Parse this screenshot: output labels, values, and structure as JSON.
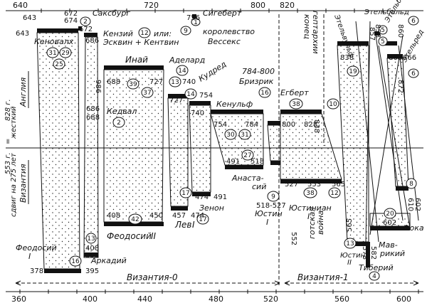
{
  "top_axis": {
    "ticks": [
      "640",
      "720",
      "800",
      "820"
    ]
  },
  "bottom_axis": {
    "ticks": [
      "360",
      "400",
      "440",
      "480",
      "520",
      "560",
      "600"
    ],
    "era_left": "Византия-0",
    "era_right": "Византия-1"
  },
  "side": {
    "england": "Англия",
    "byzantium": "Византия",
    "shift_line1": "жесткий",
    "shift_line2": "сдвиг на 275 лет",
    "eq_top": "828 г.",
    "eq_mid": "=",
    "eq_bot": "553 г."
  },
  "england": {
    "kenovalh": {
      "name": "Кеновалх",
      "start": "643",
      "end": "672",
      "c1": "31",
      "c2": "29",
      "c3": "25"
    },
    "saksburg": {
      "name": "Саксбург",
      "start": "672",
      "end": "674",
      "c": "2"
    },
    "kenzij": {
      "name": "Кензий",
      "or": "или:",
      "line2": "Эсквин + Кентвин",
      "start": "674",
      "end": "686",
      "c1": "12",
      "c2": "9",
      "vnum": "986"
    },
    "kedval": {
      "name": "Кедвал",
      "start": "686",
      "end": "688",
      "c": "2",
      "vnum": "686"
    },
    "sigebert": {
      "name": "Сигеберт",
      "start": "756",
      "c": "1",
      "vnum": "756"
    },
    "kingdom": {
      "line1": "королевство",
      "line2": "Вессекс"
    },
    "inaj": {
      "name": "Инай",
      "start": "688",
      "end": "727",
      "c1": "39",
      "c2": "37"
    },
    "adelard": {
      "name": "Аделард",
      "start": "727",
      "end": "740",
      "c": "14",
      "c2": "13"
    },
    "kudred": {
      "name": "Кудред",
      "start": "740",
      "end": "754",
      "c": "14"
    },
    "kenulf": {
      "name": "Кенульф",
      "start": "754",
      "end": "784",
      "c1": "30",
      "c2": "31"
    },
    "brizrik": {
      "name": "Бризрик",
      "range": "784-800",
      "c": "16"
    },
    "egbert": {
      "name": "Егберт",
      "start": "800",
      "end": "828",
      "c": "38",
      "c2": "10",
      "vnum": "838"
    },
    "end_heptarchy": {
      "line1": "конец",
      "line2": "гептархии"
    },
    "etelvulf": {
      "name": "Этельвульф",
      "c": "19",
      "start": "838",
      "end": "857",
      "vnum": "857"
    },
    "etelbald": {
      "name": "Этельбальд",
      "c": "5",
      "vnum": "858"
    },
    "etelbert": {
      "name": "Этельберт",
      "c": "5",
      "start": "866",
      "vnum": "860"
    },
    "etelred": {
      "name": "Этельред",
      "c": "6",
      "start": "866",
      "end": "872",
      "c2": "6",
      "vnum": "872"
    }
  },
  "byzantium": {
    "feodosij1": {
      "name": "Феодосий",
      "roman": "I",
      "start": "378",
      "end": "395",
      "c": "16"
    },
    "arkadij": {
      "name": "Аркадий",
      "start": "395",
      "end": "408",
      "c": "13"
    },
    "feodosij2": {
      "name": "Феодосий",
      "roman": "II",
      "start": "408",
      "end": "450",
      "c": "42"
    },
    "lev1": {
      "name": "Лев",
      "roman": "I",
      "start": "457",
      "end": "474",
      "c": "17"
    },
    "zenon": {
      "name": "Зенон",
      "start": "474",
      "end": "491",
      "c": "17"
    },
    "anastasij": {
      "name": "Анаста-",
      "name2": "сий",
      "start": "491",
      "end": "518",
      "c": "27"
    },
    "justin1": {
      "name": "Юстин",
      "roman": "I",
      "range": "518-527",
      "c": "9"
    },
    "justinian1": {
      "name": "Юстиниан",
      "roman": "I",
      "start": "527",
      "end": "553",
      "c1": "38",
      "c2": "12",
      "end2": "565"
    },
    "gothic_war": {
      "line1": "готская",
      "line2": "война",
      "vnum": "552"
    },
    "justin2": {
      "name": "Юстин",
      "roman": "II",
      "c": "13",
      "start": "565",
      "end": "578",
      "vnum1": "565",
      "vnum2": "578"
    },
    "tiberij": {
      "name": "Тиберий",
      "c": "4",
      "vnum": "582"
    },
    "mavrikij": {
      "name": "Мав-",
      "name2": "рикий",
      "c": "20",
      "end": "602"
    },
    "foka": {
      "name": "Фока",
      "c": "8",
      "start": "602",
      "end": "610"
    }
  }
}
